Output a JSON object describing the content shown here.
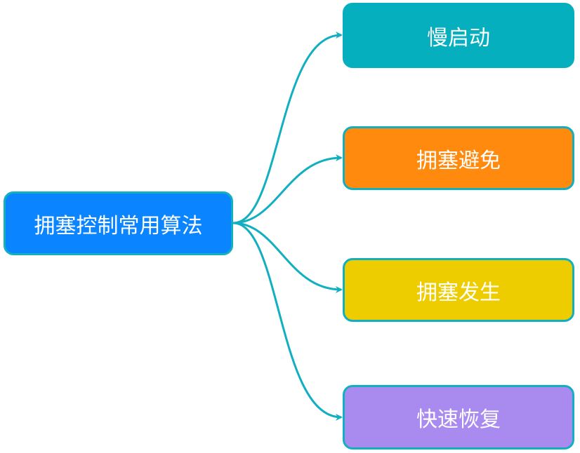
{
  "diagram": {
    "type": "mind-map",
    "root": {
      "label": "拥塞控制常用算法",
      "color": "#0A84FF",
      "border_color": "#12AFC0"
    },
    "children": [
      {
        "label": "慢启动",
        "color": "#05AFBE",
        "border_color": "#05AFBE"
      },
      {
        "label": "拥塞避免",
        "color": "#FF8A0E",
        "border_color": "#12AFC0"
      },
      {
        "label": "拥塞发生",
        "color": "#EDCC00",
        "border_color": "#12AFC0"
      },
      {
        "label": "快速恢复",
        "color": "#A98AEE",
        "border_color": "#12AFC0"
      }
    ],
    "connector_color": "#12AFC0"
  }
}
